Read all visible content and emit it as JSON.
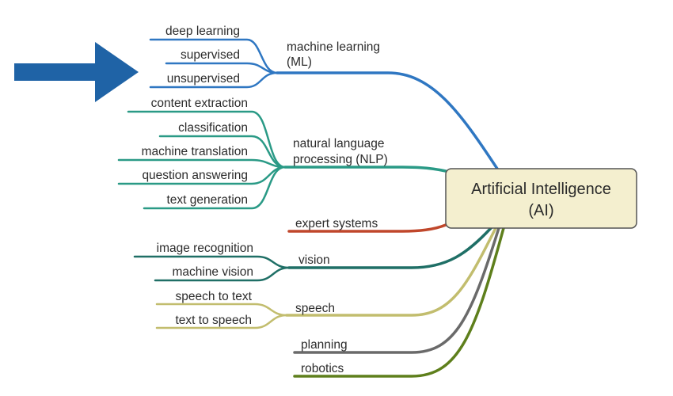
{
  "root": {
    "line1": "Artificial Intelligence",
    "line2": "(AI)"
  },
  "branches": [
    {
      "id": "ml",
      "color": "#2f77c2",
      "lines": [
        "machine learning",
        "(ML)"
      ],
      "children": [
        "deep learning",
        "supervised",
        "unsupervised"
      ]
    },
    {
      "id": "nlp",
      "color": "#2a9a86",
      "lines": [
        "natural language",
        "processing (NLP)"
      ],
      "children": [
        "content extraction",
        "classification",
        "machine translation",
        "question answering",
        "text generation"
      ]
    },
    {
      "id": "expert",
      "color": "#c0472b",
      "lines": [
        "expert systems"
      ],
      "children": []
    },
    {
      "id": "vision",
      "color": "#1f6f66",
      "lines": [
        "vision"
      ],
      "children": [
        "image recognition",
        "machine vision"
      ]
    },
    {
      "id": "speech",
      "color": "#c2bd6e",
      "lines": [
        "speech"
      ],
      "children": [
        "speech to text",
        "text to speech"
      ]
    },
    {
      "id": "planning",
      "color": "#6a6a6a",
      "lines": [
        "planning"
      ],
      "children": []
    },
    {
      "id": "robotics",
      "color": "#5e7f1c",
      "lines": [
        "robotics"
      ],
      "children": []
    }
  ],
  "colors": {
    "arrow": "#1f63a6",
    "root_fill": "#f4efcf",
    "root_stroke": "#555555"
  },
  "icons": {
    "pointer": "right-arrow-icon"
  }
}
